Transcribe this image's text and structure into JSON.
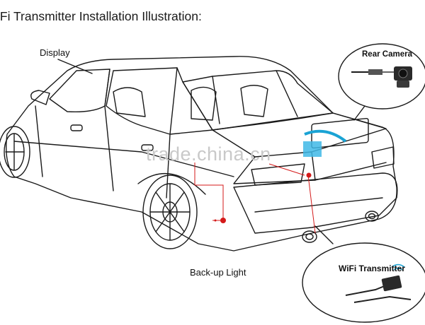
{
  "title": "iFi Transmitter Installation Illustration:",
  "labels": {
    "display": "Display",
    "backup_light": "Back-up Light",
    "rear_camera": "Rear Camera",
    "wifi_transmitter": "WiFi Transmitter"
  },
  "watermark": "trade.china.cn",
  "colors": {
    "outline": "#1a1a1a",
    "leader_line": "#d41a1a",
    "wifi_accent": "#1aa3d4",
    "transmitter_box": "#2a2a2a"
  }
}
